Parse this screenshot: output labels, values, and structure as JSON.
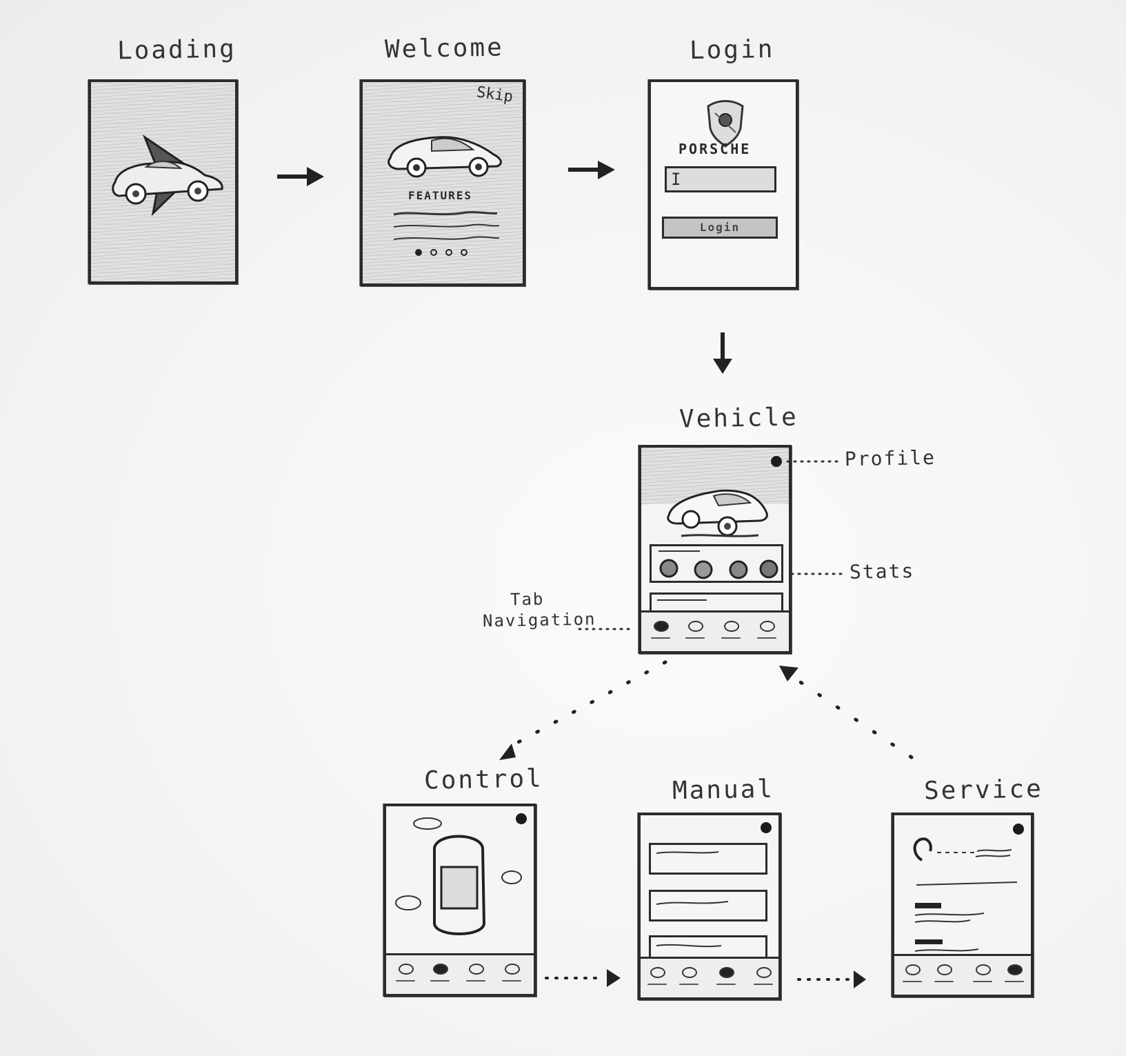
{
  "labels": {
    "loading": "Loading",
    "welcome": "Welcome",
    "login": "Login",
    "vehicle": "Vehicle",
    "control": "Control",
    "manual": "Manual",
    "service": "Service"
  },
  "welcome_screen": {
    "skip": "Skip",
    "features": "FEATURES",
    "pager_dots": 4,
    "active_dot": 1
  },
  "login_screen": {
    "brand": "PORSCHE",
    "input_value": "I",
    "button": "Login"
  },
  "annotations": {
    "profile": "Profile",
    "stats": "Stats",
    "tab_navigation_line1": "Tab",
    "tab_navigation_line2": "Navigation"
  },
  "vehicle_screen": {
    "stat_circles": 4,
    "active_tab": 1
  },
  "control_screen": {
    "active_tab": 2
  },
  "manual_screen": {
    "cards": 3,
    "active_tab": 3
  },
  "service_screen": {
    "active_tab": 4
  }
}
